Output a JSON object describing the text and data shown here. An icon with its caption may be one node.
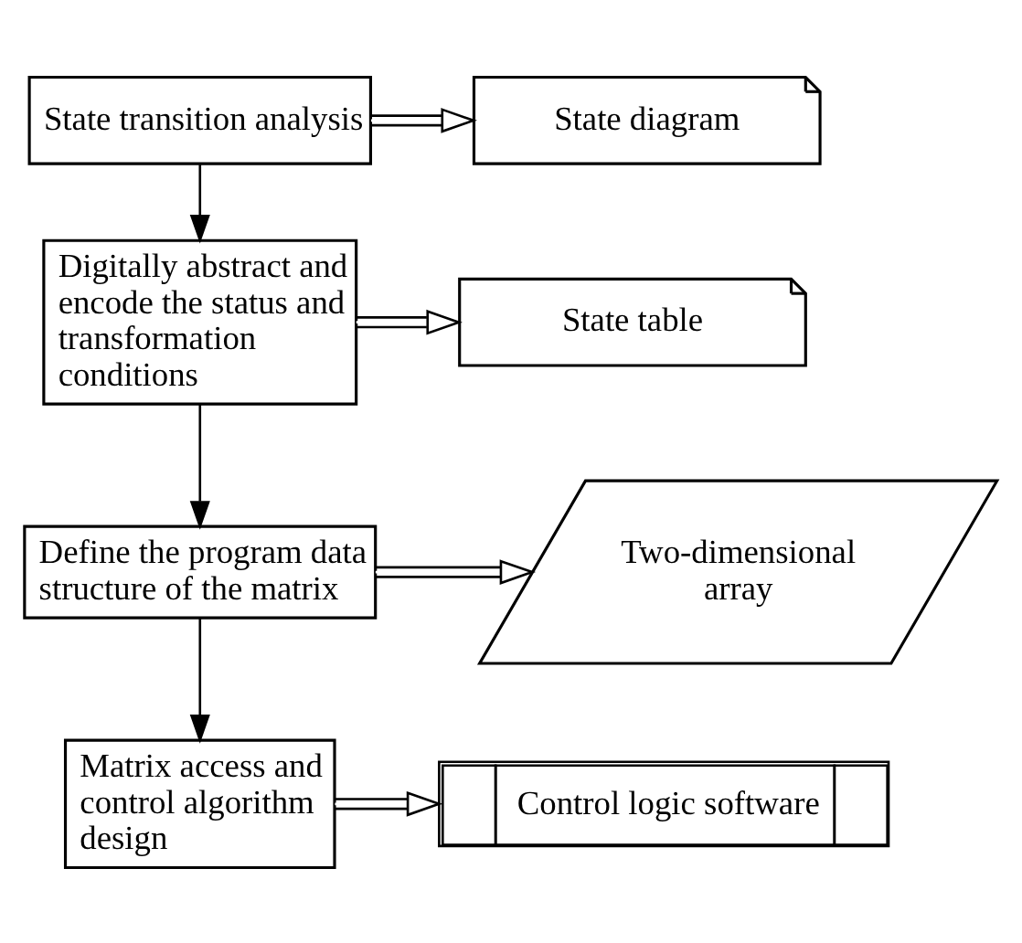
{
  "diagram": {
    "nodes": [
      {
        "text": [
          "State transition analysis"
        ]
      },
      {
        "text": [
          "State diagram"
        ]
      },
      {
        "text": [
          "Digitally abstract and encode the status and transformation conditions"
        ]
      },
      {
        "text": [
          "State table"
        ]
      },
      {
        "text": [
          "Define the program data structure of the matrix"
        ]
      },
      {
        "text": [
          "Two-dimensional array"
        ]
      },
      {
        "text": [
          "Matrix access and control algorithm design"
        ]
      },
      {
        "text": [
          "Control logic software"
        ]
      }
    ],
    "edges": [
      {
        "from": 0,
        "to": 1,
        "arrow": "to"
      },
      {
        "from": 0,
        "to": 2,
        "arrow": "to"
      },
      {
        "from": 2,
        "to": 3,
        "arrow": "to"
      },
      {
        "from": 2,
        "to": 4,
        "arrow": "to"
      },
      {
        "from": 4,
        "to": 5,
        "arrow": "to"
      },
      {
        "from": 4,
        "to": 6,
        "arrow": "to"
      },
      {
        "from": 6,
        "to": 7,
        "arrow": "to"
      }
    ]
  }
}
